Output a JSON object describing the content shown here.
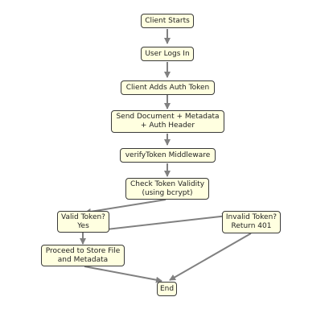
{
  "colors": {
    "node_fill": "#ffffe0",
    "node_border": "#3a3a3a",
    "edge": "#808080"
  },
  "nodes": {
    "client_starts": "Client Starts",
    "user_logs_in": "User Logs In",
    "client_adds_auth_token": "Client Adds Auth Token",
    "send_document": "Send Document + Metadata\n+ Auth Header",
    "verify_token_middleware": "verifyToken Middleware",
    "check_token_validity": "Check Token Validity\n(using bcrypt)",
    "valid_token": "Valid Token?\nYes",
    "invalid_token": "Invalid Token?\nReturn 401",
    "proceed_store": "Proceed to Store File\nand Metadata",
    "end": "End"
  }
}
